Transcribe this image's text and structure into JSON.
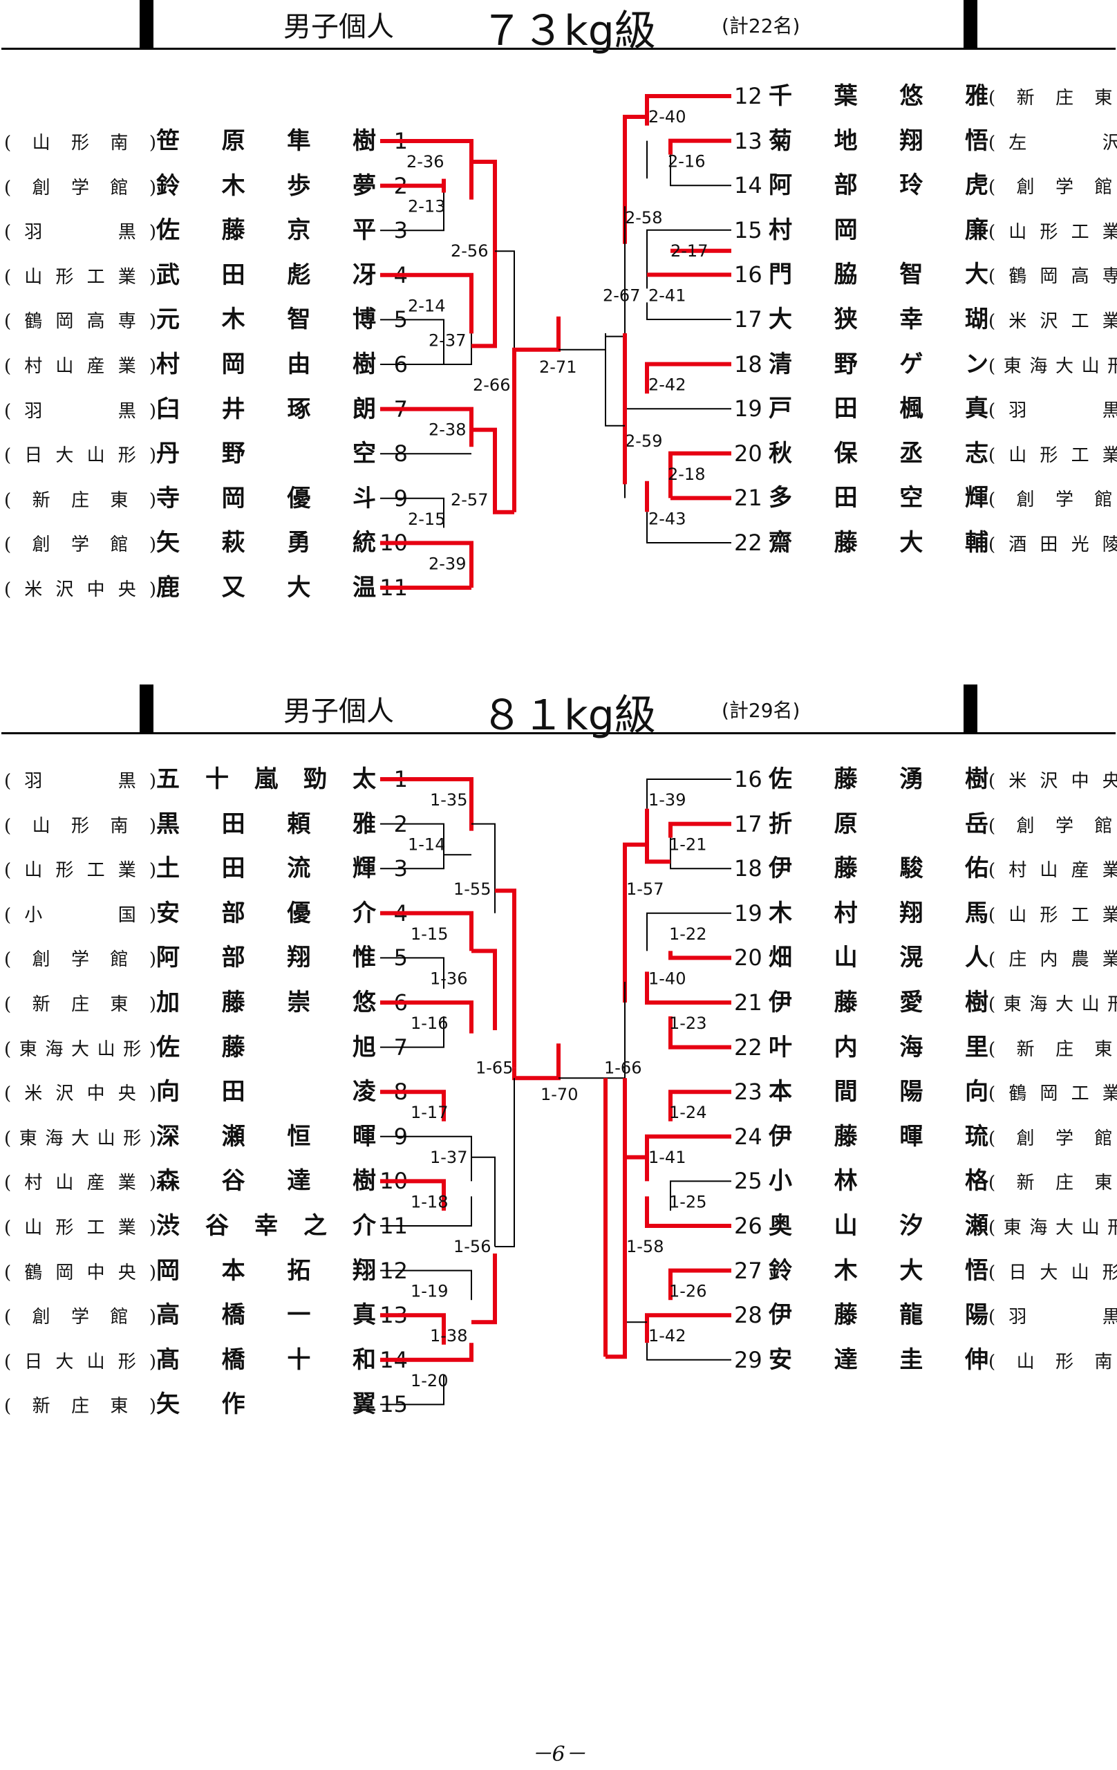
{
  "brackets": [
    {
      "title": "男子個人",
      "weight": "７３kg級",
      "count": "(計22名)",
      "left": [
        {
          "no": "1",
          "name": "笹原隼樹",
          "school": "(山形南)"
        },
        {
          "no": "2",
          "name": "鈴木歩夢",
          "school": "(創学館)"
        },
        {
          "no": "3",
          "name": "佐藤京平",
          "school": "(羽　　黒)"
        },
        {
          "no": "4",
          "name": "武田彪冴",
          "school": "(山形工業)"
        },
        {
          "no": "5",
          "name": "元木智博",
          "school": "(鶴岡高専)"
        },
        {
          "no": "6",
          "name": "村岡由樹",
          "school": "(村山産業)"
        },
        {
          "no": "7",
          "name": "臼井琢朗",
          "school": "(羽　　黒)"
        },
        {
          "no": "8",
          "name": "丹野　空",
          "school": "(日大山形)"
        },
        {
          "no": "9",
          "name": "寺岡優斗",
          "school": "(新庄東)"
        },
        {
          "no": "10",
          "name": "矢萩勇統",
          "school": "(創学館)"
        },
        {
          "no": "11",
          "name": "鹿又大温",
          "school": "(米沢中央)"
        }
      ],
      "right": [
        {
          "no": "12",
          "name": "千葉悠雅",
          "school": "(新庄東)"
        },
        {
          "no": "13",
          "name": "菊地翔悟",
          "school": "(左　　沢)"
        },
        {
          "no": "14",
          "name": "阿部玲虎",
          "school": "(創学館)"
        },
        {
          "no": "15",
          "name": "村岡　廉",
          "school": "(山形工業)"
        },
        {
          "no": "16",
          "name": "門脇智大",
          "school": "(鶴岡高専)"
        },
        {
          "no": "17",
          "name": "大狭幸瑚",
          "school": "(米沢工業)"
        },
        {
          "no": "18",
          "name": "清野ゲン",
          "school": "(東海大山形)"
        },
        {
          "no": "19",
          "name": "戸田楓真",
          "school": "(羽　　黒)"
        },
        {
          "no": "20",
          "name": "秋保丞志",
          "school": "(山形工業)"
        },
        {
          "no": "21",
          "name": "多田空輝",
          "school": "(創学館)"
        },
        {
          "no": "22",
          "name": "齋藤大輔",
          "school": "(酒田光陵)"
        }
      ],
      "match_labels": [
        "2-36",
        "2-13",
        "2-56",
        "2-14",
        "2-37",
        "2-66",
        "2-38",
        "2-57",
        "2-15",
        "2-39",
        "2-71",
        "2-67",
        "2-40",
        "2-16",
        "2-58",
        "2-17",
        "2-41",
        "2-42",
        "2-59",
        "2-18",
        "2-43"
      ]
    },
    {
      "title": "男子個人",
      "weight": "８１kg級",
      "count": "(計29名)",
      "left": [
        {
          "no": "1",
          "name": "五十嵐勁太",
          "school": "(羽　　黒)"
        },
        {
          "no": "2",
          "name": "黒田頼雅",
          "school": "(山形南)"
        },
        {
          "no": "3",
          "name": "土田流輝",
          "school": "(山形工業)"
        },
        {
          "no": "4",
          "name": "安部優介",
          "school": "(小　　国)"
        },
        {
          "no": "5",
          "name": "阿部翔惟",
          "school": "(創学館)"
        },
        {
          "no": "6",
          "name": "加藤崇悠",
          "school": "(新庄東)"
        },
        {
          "no": "7",
          "name": "佐藤　旭",
          "school": "(東海大山形)"
        },
        {
          "no": "8",
          "name": "向田　凌",
          "school": "(米沢中央)"
        },
        {
          "no": "9",
          "name": "深瀬恒暉",
          "school": "(東海大山形)"
        },
        {
          "no": "10",
          "name": "森谷達樹",
          "school": "(村山産業)"
        },
        {
          "no": "11",
          "name": "渋谷幸之介",
          "school": "(山形工業)"
        },
        {
          "no": "12",
          "name": "岡本拓翔",
          "school": "(鶴岡中央)"
        },
        {
          "no": "13",
          "name": "高橋一真",
          "school": "(創学館)"
        },
        {
          "no": "14",
          "name": "髙橋十和",
          "school": "(日大山形)"
        },
        {
          "no": "15",
          "name": "矢作　翼",
          "school": "(新庄東)"
        }
      ],
      "right": [
        {
          "no": "16",
          "name": "佐藤湧樹",
          "school": "(米沢中央)"
        },
        {
          "no": "17",
          "name": "折原　岳",
          "school": "(創学館)"
        },
        {
          "no": "18",
          "name": "伊藤駿佑",
          "school": "(村山産業)"
        },
        {
          "no": "19",
          "name": "木村翔馬",
          "school": "(山形工業)"
        },
        {
          "no": "20",
          "name": "畑山滉人",
          "school": "(庄内農業)"
        },
        {
          "no": "21",
          "name": "伊藤愛樹",
          "school": "(東海大山形)"
        },
        {
          "no": "22",
          "name": "叶内海里",
          "school": "(新庄東)"
        },
        {
          "no": "23",
          "name": "本間陽向",
          "school": "(鶴岡工業)"
        },
        {
          "no": "24",
          "name": "伊藤暉琉",
          "school": "(創学館)"
        },
        {
          "no": "25",
          "name": "小林　格",
          "school": "(新庄東)"
        },
        {
          "no": "26",
          "name": "奥山汐瀬",
          "school": "(東海大山形)"
        },
        {
          "no": "27",
          "name": "鈴木大悟",
          "school": "(日大山形)"
        },
        {
          "no": "28",
          "name": "伊藤龍陽",
          "school": "(羽　　黒)"
        },
        {
          "no": "29",
          "name": "安達圭伸",
          "school": "(山形南)"
        }
      ],
      "match_labels": [
        "1-35",
        "1-14",
        "1-55",
        "1-15",
        "1-36",
        "1-16",
        "1-65",
        "1-17",
        "1-37",
        "1-18",
        "1-56",
        "1-19",
        "1-38",
        "1-20",
        "1-70",
        "1-66",
        "1-39",
        "1-21",
        "1-57",
        "1-22",
        "1-40",
        "1-23",
        "1-24",
        "1-41",
        "1-25",
        "1-58",
        "1-26",
        "1-42"
      ]
    }
  ],
  "page_number": "－6－",
  "colors": {
    "winner_line": "#e60012",
    "bracket_line": "#000000"
  }
}
